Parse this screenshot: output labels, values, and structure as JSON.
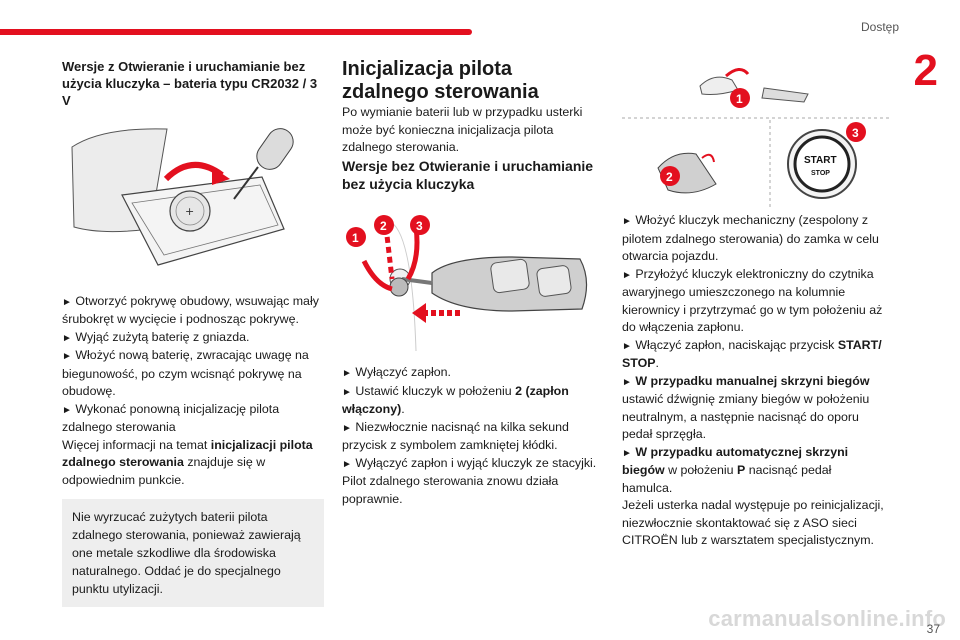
{
  "header": {
    "section": "Dostęp",
    "chapter": "2",
    "page_number": "37"
  },
  "col1": {
    "heading": "Wersje z Otwieranie i uruchamianie bez użycia kluczyka – bateria typu CR2032 / 3 V",
    "steps": [
      "Otworzyć pokrywę obudowy, wsuwając mały śrubokręt w wycięcie i podnosząc pokrywę.",
      "Wyjąć zużytą baterię z gniazda.",
      "Włożyć nową baterię, zwracając uwagę na biegunowość, po czym wcisnąć pokrywę na obudowę.",
      "Wykonać ponowną inicjalizację pilota zdalnego sterowania"
    ],
    "more_prefix": "Więcej informacji na temat ",
    "more_bold": "inicjalizacji pilota zdalnego sterowania",
    "more_suffix": " znajduje się w odpowiednim punkcie.",
    "note": "Nie wyrzucać zużytych baterii pilota zdalnego sterowania, ponieważ zawierają one metale szkodliwe dla środowiska naturalnego. Oddać je do specjalnego punktu utylizacji."
  },
  "col2": {
    "heading": "Inicjalizacja pilota zdalnego sterowania",
    "intro": "Po wymianie baterii lub w przypadku usterki może być konieczna inicjalizacja pilota zdalnego sterowania.",
    "subheading": "Wersje bez Otwieranie i uruchamianie bez użycia kluczyka",
    "callouts": [
      "1",
      "2",
      "3"
    ],
    "step1": "Wyłączyć zapłon.",
    "step2_prefix": "Ustawić kluczyk w położeniu ",
    "step2_bold": "2 (zapłon włączony)",
    "step2_suffix": ".",
    "step3": "Niezwłocznie nacisnąć na kilka sekund przycisk z symbolem zamkniętej kłódki.",
    "step4": "Wyłączyć zapłon i wyjąć kluczyk ze stacyjki.",
    "outro": "Pilot zdalnego sterowania znowu działa poprawnie."
  },
  "col3": {
    "callouts": [
      "1",
      "2",
      "3"
    ],
    "start_line1": "START",
    "start_line2": "STOP",
    "step1": "Włożyć kluczyk mechaniczny (zespolony z pilotem zdalnego sterowania) do zamka w celu otwarcia pojazdu.",
    "step2": "Przyłożyć kluczyk elektroniczny do czytnika awaryjnego umieszczonego na kolumnie kierownicy i przytrzymać go w tym położeniu aż do włączenia zapłonu.",
    "step3_prefix": "Włączyć zapłon, naciskając przycisk ",
    "step3_bold": "START/ STOP",
    "step3_suffix": ".",
    "step4_bold": "W przypadku manualnej skrzyni biegów",
    "step4_text": " ustawić dźwignię zmiany biegów w położeniu neutralnym, a następnie nacisnąć do oporu pedał sprzęgła.",
    "step5_bold": "W przypadku automatycznej skrzyni biegów",
    "step5_mid": " w położeniu ",
    "step5_bold2": "P",
    "step5_text": " nacisnąć pedał hamulca.",
    "outro": "Jeżeli usterka nadal występuje po reinicjalizacji, niezwłocznie skontaktować się z ASO sieci CITROËN lub z warsztatem specjalistycznym."
  },
  "watermark": "carmanualsonline.info",
  "theme": {
    "accent": "#e3101f",
    "note_bg": "#eeeeee"
  }
}
